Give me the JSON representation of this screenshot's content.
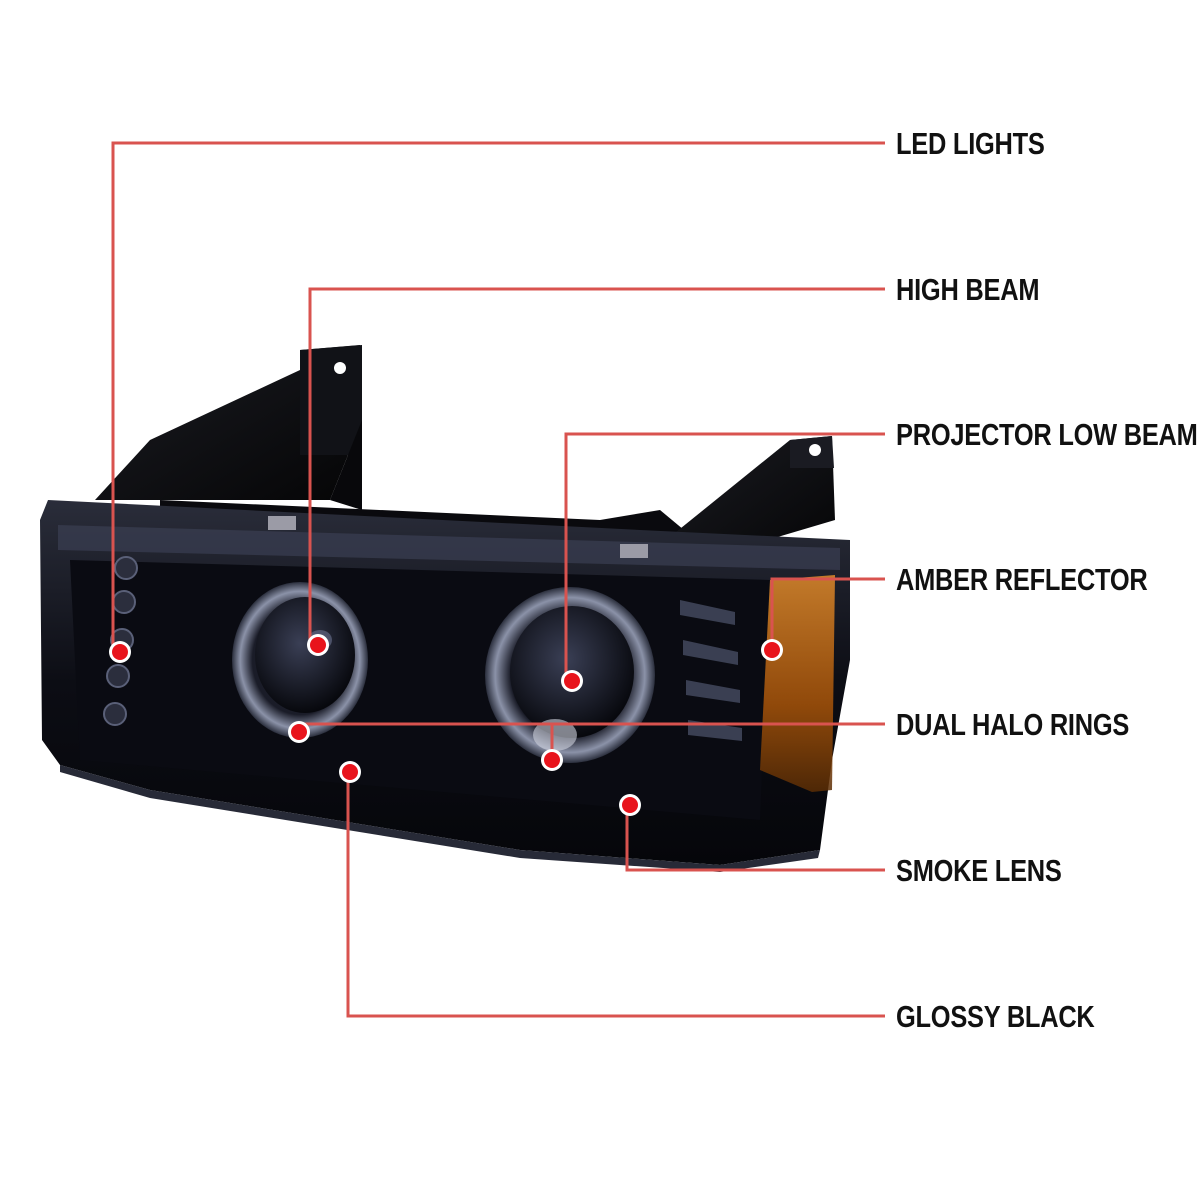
{
  "callouts": [
    {
      "id": "led-lights",
      "label": "LED LIGHTS"
    },
    {
      "id": "high-beam",
      "label": "HIGH BEAM"
    },
    {
      "id": "projector-low-beam",
      "label": "PROJECTOR LOW BEAM"
    },
    {
      "id": "amber-reflector",
      "label": "AMBER REFLECTOR"
    },
    {
      "id": "dual-halo-rings",
      "label": "DUAL HALO RINGS"
    },
    {
      "id": "smoke-lens",
      "label": "SMOKE LENS"
    },
    {
      "id": "glossy-black",
      "label": "GLOSSY BLACK"
    }
  ],
  "colors": {
    "leader_line": "#d9534f",
    "marker_fill": "#e8141c",
    "marker_ring": "#ffffff",
    "housing": "#0e0f16",
    "amber": "#c66a10"
  }
}
